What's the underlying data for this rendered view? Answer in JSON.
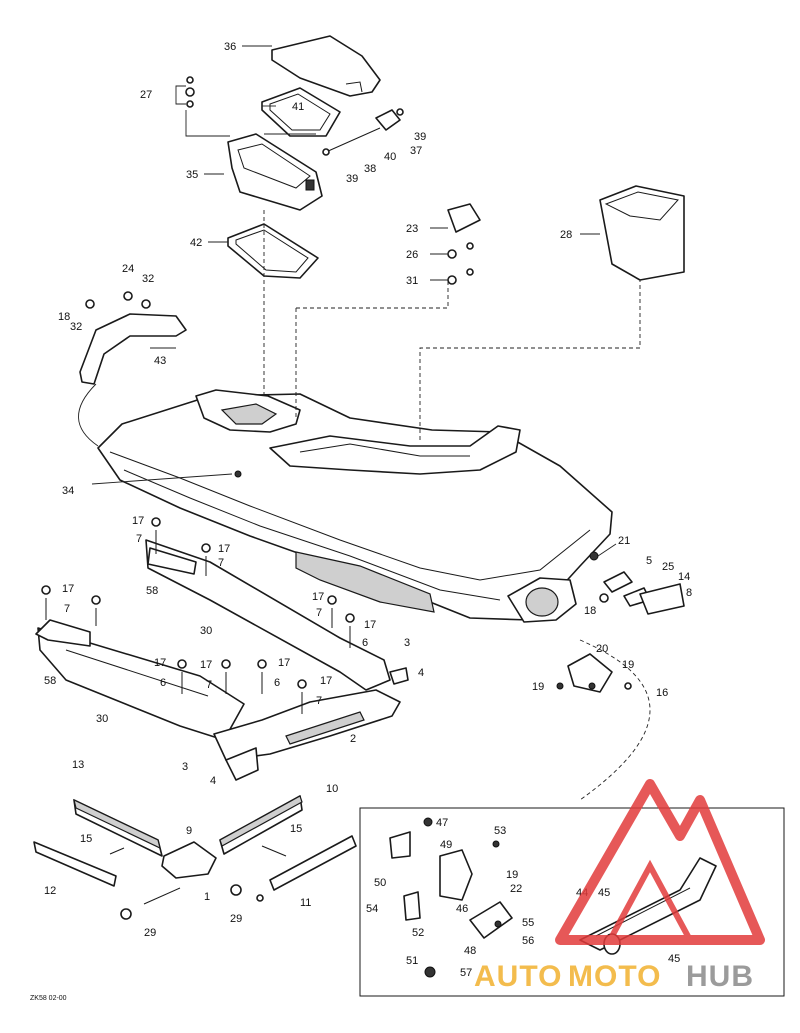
{
  "diagram_code": "ZK58 02-00",
  "watermark": {
    "brand_auto": "AUTO",
    "brand_moto": "MOTO",
    "brand_hub": "HUB",
    "color_red": "#e23b3b",
    "color_yellow": "#f2b12e",
    "color_gray": "#8a8a8a"
  },
  "labels": {
    "l36": "36",
    "l27": "27",
    "l41": "41",
    "l39a": "39",
    "l37": "37",
    "l40": "40",
    "l38": "38",
    "l39b": "39",
    "l35": "35",
    "l42": "42",
    "l23": "23",
    "l26": "26",
    "l31": "31",
    "l28": "28",
    "l24": "24",
    "l32a": "32",
    "l18a": "18",
    "l32b": "32",
    "l43": "43",
    "l34": "34",
    "l17a": "17",
    "l7a": "7",
    "l17b": "17",
    "l7b": "7",
    "l58a": "58",
    "l30a": "30",
    "l17c": "17",
    "l7c": "7",
    "l17d": "17",
    "l6a": "6",
    "l3a": "3",
    "l4a": "4",
    "l58b": "58",
    "l17e": "17",
    "l6b": "6",
    "l17f": "17",
    "l7d": "7",
    "l17g": "17",
    "l6c": "6",
    "l17h": "17",
    "l7e": "7",
    "l30b": "30",
    "l2": "2",
    "l3b": "3",
    "l4b": "4",
    "l21": "21",
    "l5": "5",
    "l25": "25",
    "l14": "14",
    "l8": "8",
    "l18b": "18",
    "l20": "20",
    "l19a": "19",
    "l19b": "19",
    "l16": "16",
    "l13": "13",
    "l10": "10",
    "l9": "9",
    "l15a": "15",
    "l15b": "15",
    "l12": "12",
    "l11": "11",
    "l1": "1",
    "l29a": "29",
    "l29b": "29",
    "l47": "47",
    "l53": "53",
    "l49": "49",
    "l19c": "19",
    "l22": "22",
    "l50": "50",
    "l46": "46",
    "l54": "54",
    "l52": "52",
    "l55": "55",
    "l48": "48",
    "l56": "56",
    "l44": "44",
    "l45a": "45",
    "l51": "51",
    "l57": "57",
    "l45b": "45"
  }
}
